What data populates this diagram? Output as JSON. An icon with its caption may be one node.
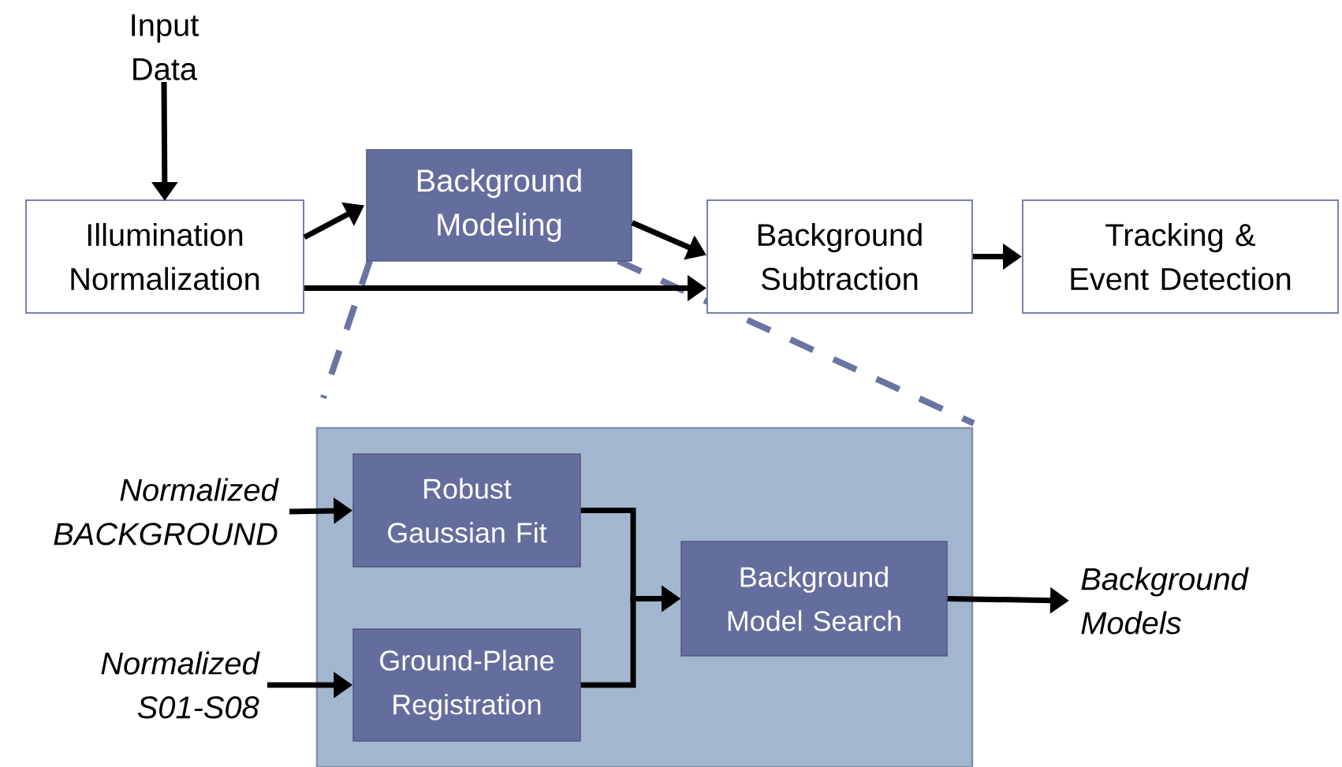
{
  "diagram": {
    "nodes": [
      {
        "text": [
          "Input Data"
        ]
      },
      {
        "text": [
          "Illumination Normalization"
        ]
      },
      {
        "text": [
          "Background Modeling"
        ]
      },
      {
        "text": [
          "Background Subtraction"
        ]
      },
      {
        "text": [
          "Tracking & Event Detection"
        ]
      },
      {
        "text": [],
        "shape": "box"
      },
      {
        "text": [
          "Normalized BACKGROUND"
        ]
      },
      {
        "text": [
          "Robust Gaussian Fit"
        ],
        "in": 5
      },
      {
        "text": [
          "Normalized S01-S08"
        ]
      },
      {
        "text": [
          "Ground-Plane Registration"
        ],
        "in": 5
      },
      {
        "text": [
          "Background Model Search"
        ],
        "in": 5
      },
      {
        "text": [
          "Background Models"
        ]
      }
    ],
    "edges": [
      {
        "from": 0,
        "to": 1,
        "arrow": "to"
      },
      {
        "from": 1,
        "to": 2,
        "arrow": "to"
      },
      {
        "from": 1,
        "to": 3,
        "arrow": "to"
      },
      {
        "from": 2,
        "to": 3,
        "arrow": "to"
      },
      {
        "from": 3,
        "to": 4,
        "arrow": "to"
      },
      {
        "from": 6,
        "to": 7,
        "arrow": "to"
      },
      {
        "from": 8,
        "to": 9,
        "arrow": "to"
      },
      {
        "from": 7,
        "to": 10,
        "arrow": "to"
      },
      {
        "from": 9,
        "to": 10,
        "arrow": "to"
      },
      {
        "from": 10,
        "to": 11,
        "arrow": "to"
      }
    ]
  }
}
